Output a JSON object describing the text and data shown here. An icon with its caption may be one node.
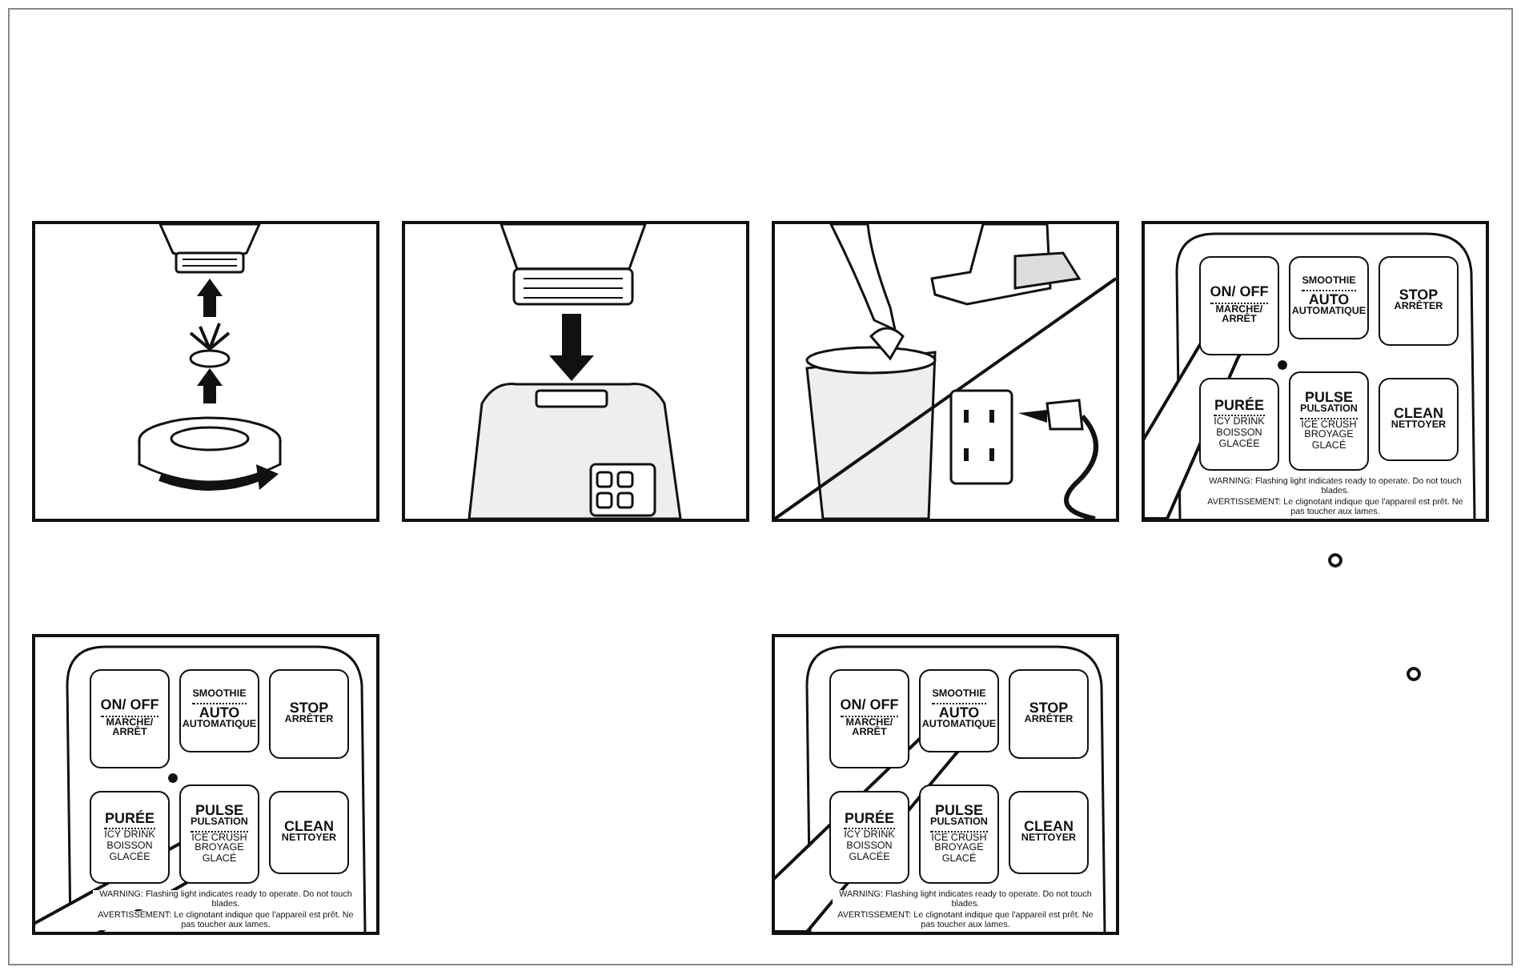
{
  "diagram": {
    "labels": [
      "ON/ OFF",
      "MARCHE/ ARRÊT",
      "SMOOTHIE",
      "AUTO",
      "AUTOMATIQUE",
      "STOP",
      "ARRÊTER",
      "PURÉE",
      "ICY DRINK BOISSON GLACÉE",
      "PULSE",
      "PULSATION",
      "ICE CRUSH BROYAGE GLACÉ",
      "CLEAN",
      "NETTOYER",
      "WARNING: Flashing light indicates ready to operate. Do not touch blades.",
      "AVERTISSEMENT: Le clignotant indique que l'appareil est prêt. Ne pas toucher aux lames.",
      "ON/ OFF",
      "MARCHE/ ARRÊT",
      "SMOOTHIE",
      "AUTO",
      "AUTOMATIQUE",
      "STOP",
      "ARRÊTER",
      "PURÉE",
      "ICY DRINK BOISSON GLACÉE",
      "PULSE",
      "PULSATION",
      "ICE CRUSH BROYAGE GLACÉ",
      "CLEAN",
      "NETTOYER",
      "WARNING: Flashing light indicates ready to operate. Do not touch blades.",
      "AVERTISSEMENT: Le clignotant indique que l'appareil est prêt. Ne pas toucher aux lames.",
      "ON/ OFF",
      "MARCHE/ ARRÊT",
      "SMOOTHIE",
      "AUTO",
      "AUTOMATIQUE",
      "STOP",
      "ARRÊTER",
      "PURÉE",
      "ICY DRINK BOISSON GLACÉE",
      "PULSE",
      "PULSATION",
      "ICE CRUSH BROYAGE GLACÉ",
      "CLEAN",
      "NETTOYER",
      "WARNING: Flashing light indicates ready to operate. Do not touch blades.",
      "AVERTISSEMENT: Le clignotant indique que l'appareil est prêt. Ne pas toucher aux lames."
    ]
  }
}
